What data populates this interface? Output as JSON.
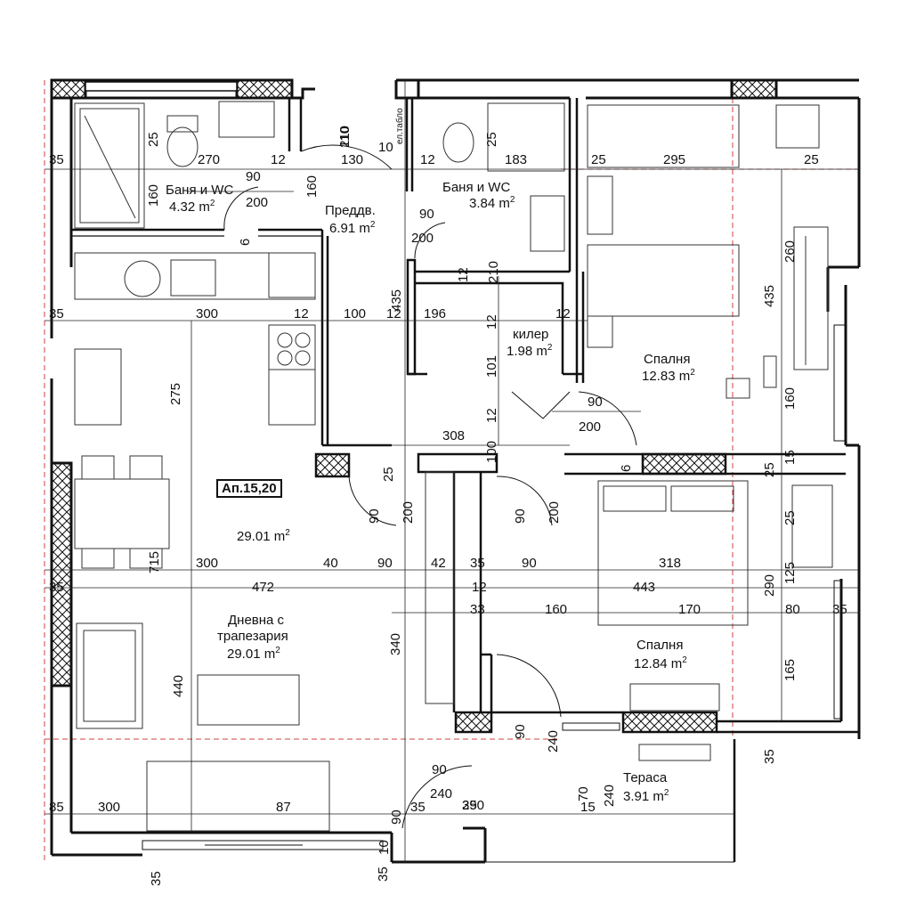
{
  "apartment_label": "Ап.15,20",
  "rooms": {
    "bath1": {
      "name": "Баня и WC",
      "area": "4.32 m",
      "sup": "2"
    },
    "bath2": {
      "name": "Баня и WC",
      "area": "3.84 m",
      "sup": "2"
    },
    "hall": {
      "name": "Преддв.",
      "area": "6.91 m",
      "sup": "2"
    },
    "storage": {
      "name": "килер",
      "area": "1.98 m",
      "sup": "2"
    },
    "bedroom1": {
      "name": "Спалня",
      "area": "12.83 m",
      "sup": "2"
    },
    "kitchen": {
      "area": "29.01 m",
      "sup": "2"
    },
    "living": {
      "name1": "Дневна с",
      "name2": "трапезария",
      "area": "29.01 m",
      "sup": "2"
    },
    "bedroom2": {
      "name": "Спалня",
      "area": "12.84 m",
      "sup": "2"
    },
    "terrace": {
      "name": "Тераса",
      "area": "3.91 m",
      "sup": "2"
    }
  },
  "panel_label": "ел.табло",
  "dims_h": [
    "35",
    "270",
    "12",
    "130",
    "10",
    "12",
    "183",
    "25",
    "295",
    "25",
    "90",
    "200",
    "90",
    "200",
    "35",
    "300",
    "12",
    "100",
    "12",
    "196",
    "12",
    "90",
    "200",
    "308",
    "300",
    "40",
    "90",
    "42",
    "35",
    "90",
    "318",
    "35",
    "472",
    "12",
    "443",
    "33",
    "160",
    "170",
    "80",
    "35",
    "90",
    "240",
    "35",
    "85",
    "300",
    "87",
    "35",
    "290",
    "15"
  ],
  "dims_v": [
    "110",
    "210",
    "25",
    "160",
    "160",
    "25",
    "6",
    "210",
    "12",
    "435",
    "25",
    "12",
    "101",
    "12",
    "100",
    "275",
    "260",
    "435",
    "160",
    "15",
    "25",
    "25",
    "125",
    "290",
    "6",
    "90",
    "200",
    "90",
    "200",
    "715",
    "340",
    "440",
    "90",
    "240",
    "165",
    "35",
    "70",
    "240",
    "90",
    "10",
    "35",
    "35"
  ]
}
